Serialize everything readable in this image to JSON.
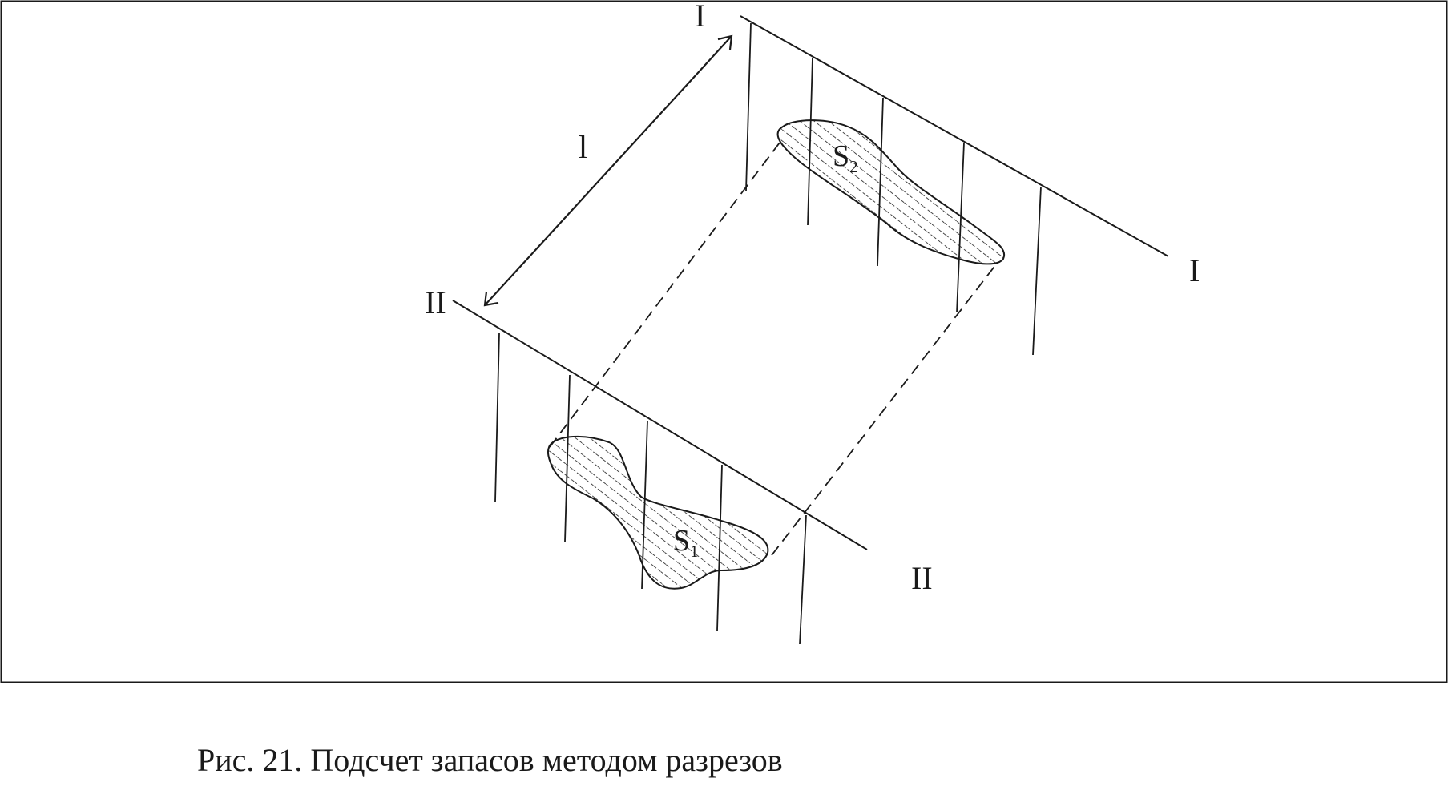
{
  "labels": {
    "section_1_start": "I",
    "section_1_end": "I",
    "section_2_start": "II",
    "section_2_end": "II",
    "distance": "l",
    "area_1_letter": "S",
    "area_1_index": "1",
    "area_2_letter": "S",
    "area_2_index": "2"
  },
  "caption": "Рис. 21. Подсчет запасов методом разрезов"
}
